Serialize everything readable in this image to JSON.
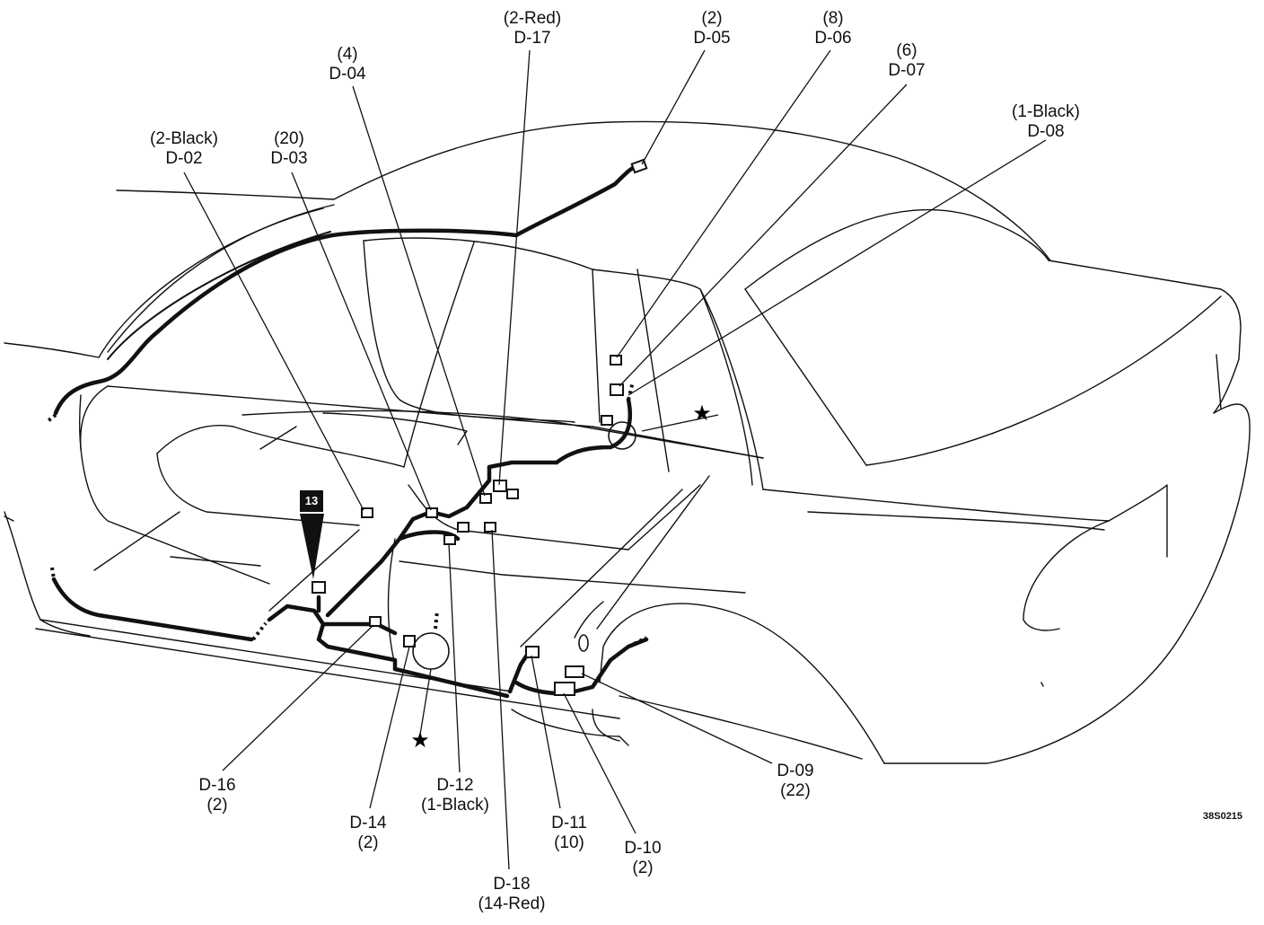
{
  "labels": {
    "d02": {
      "code": "D-02",
      "detail": "(2-Black)"
    },
    "d03": {
      "code": "D-03",
      "detail": "(20)"
    },
    "d04": {
      "code": "D-04",
      "detail": "(4)"
    },
    "d17": {
      "code": "D-17",
      "detail": "(2-Red)"
    },
    "d05": {
      "code": "D-05",
      "detail": "(2)"
    },
    "d06": {
      "code": "D-06",
      "detail": "(8)"
    },
    "d07": {
      "code": "D-07",
      "detail": "(6)"
    },
    "d08": {
      "code": "D-08",
      "detail": "(1-Black)"
    },
    "d16": {
      "code": "D-16",
      "detail": "(2)"
    },
    "d14": {
      "code": "D-14",
      "detail": "(2)"
    },
    "d12": {
      "code": "D-12",
      "detail": "(1-Black)"
    },
    "d18": {
      "code": "D-18",
      "detail": "(14-Red)"
    },
    "d11": {
      "code": "D-11",
      "detail": "(10)"
    },
    "d10": {
      "code": "D-10",
      "detail": "(2)"
    },
    "d09": {
      "code": "D-09",
      "detail": "(22)"
    }
  },
  "badge": "13",
  "figure_code": "38S0215",
  "ground_symbol": "★"
}
